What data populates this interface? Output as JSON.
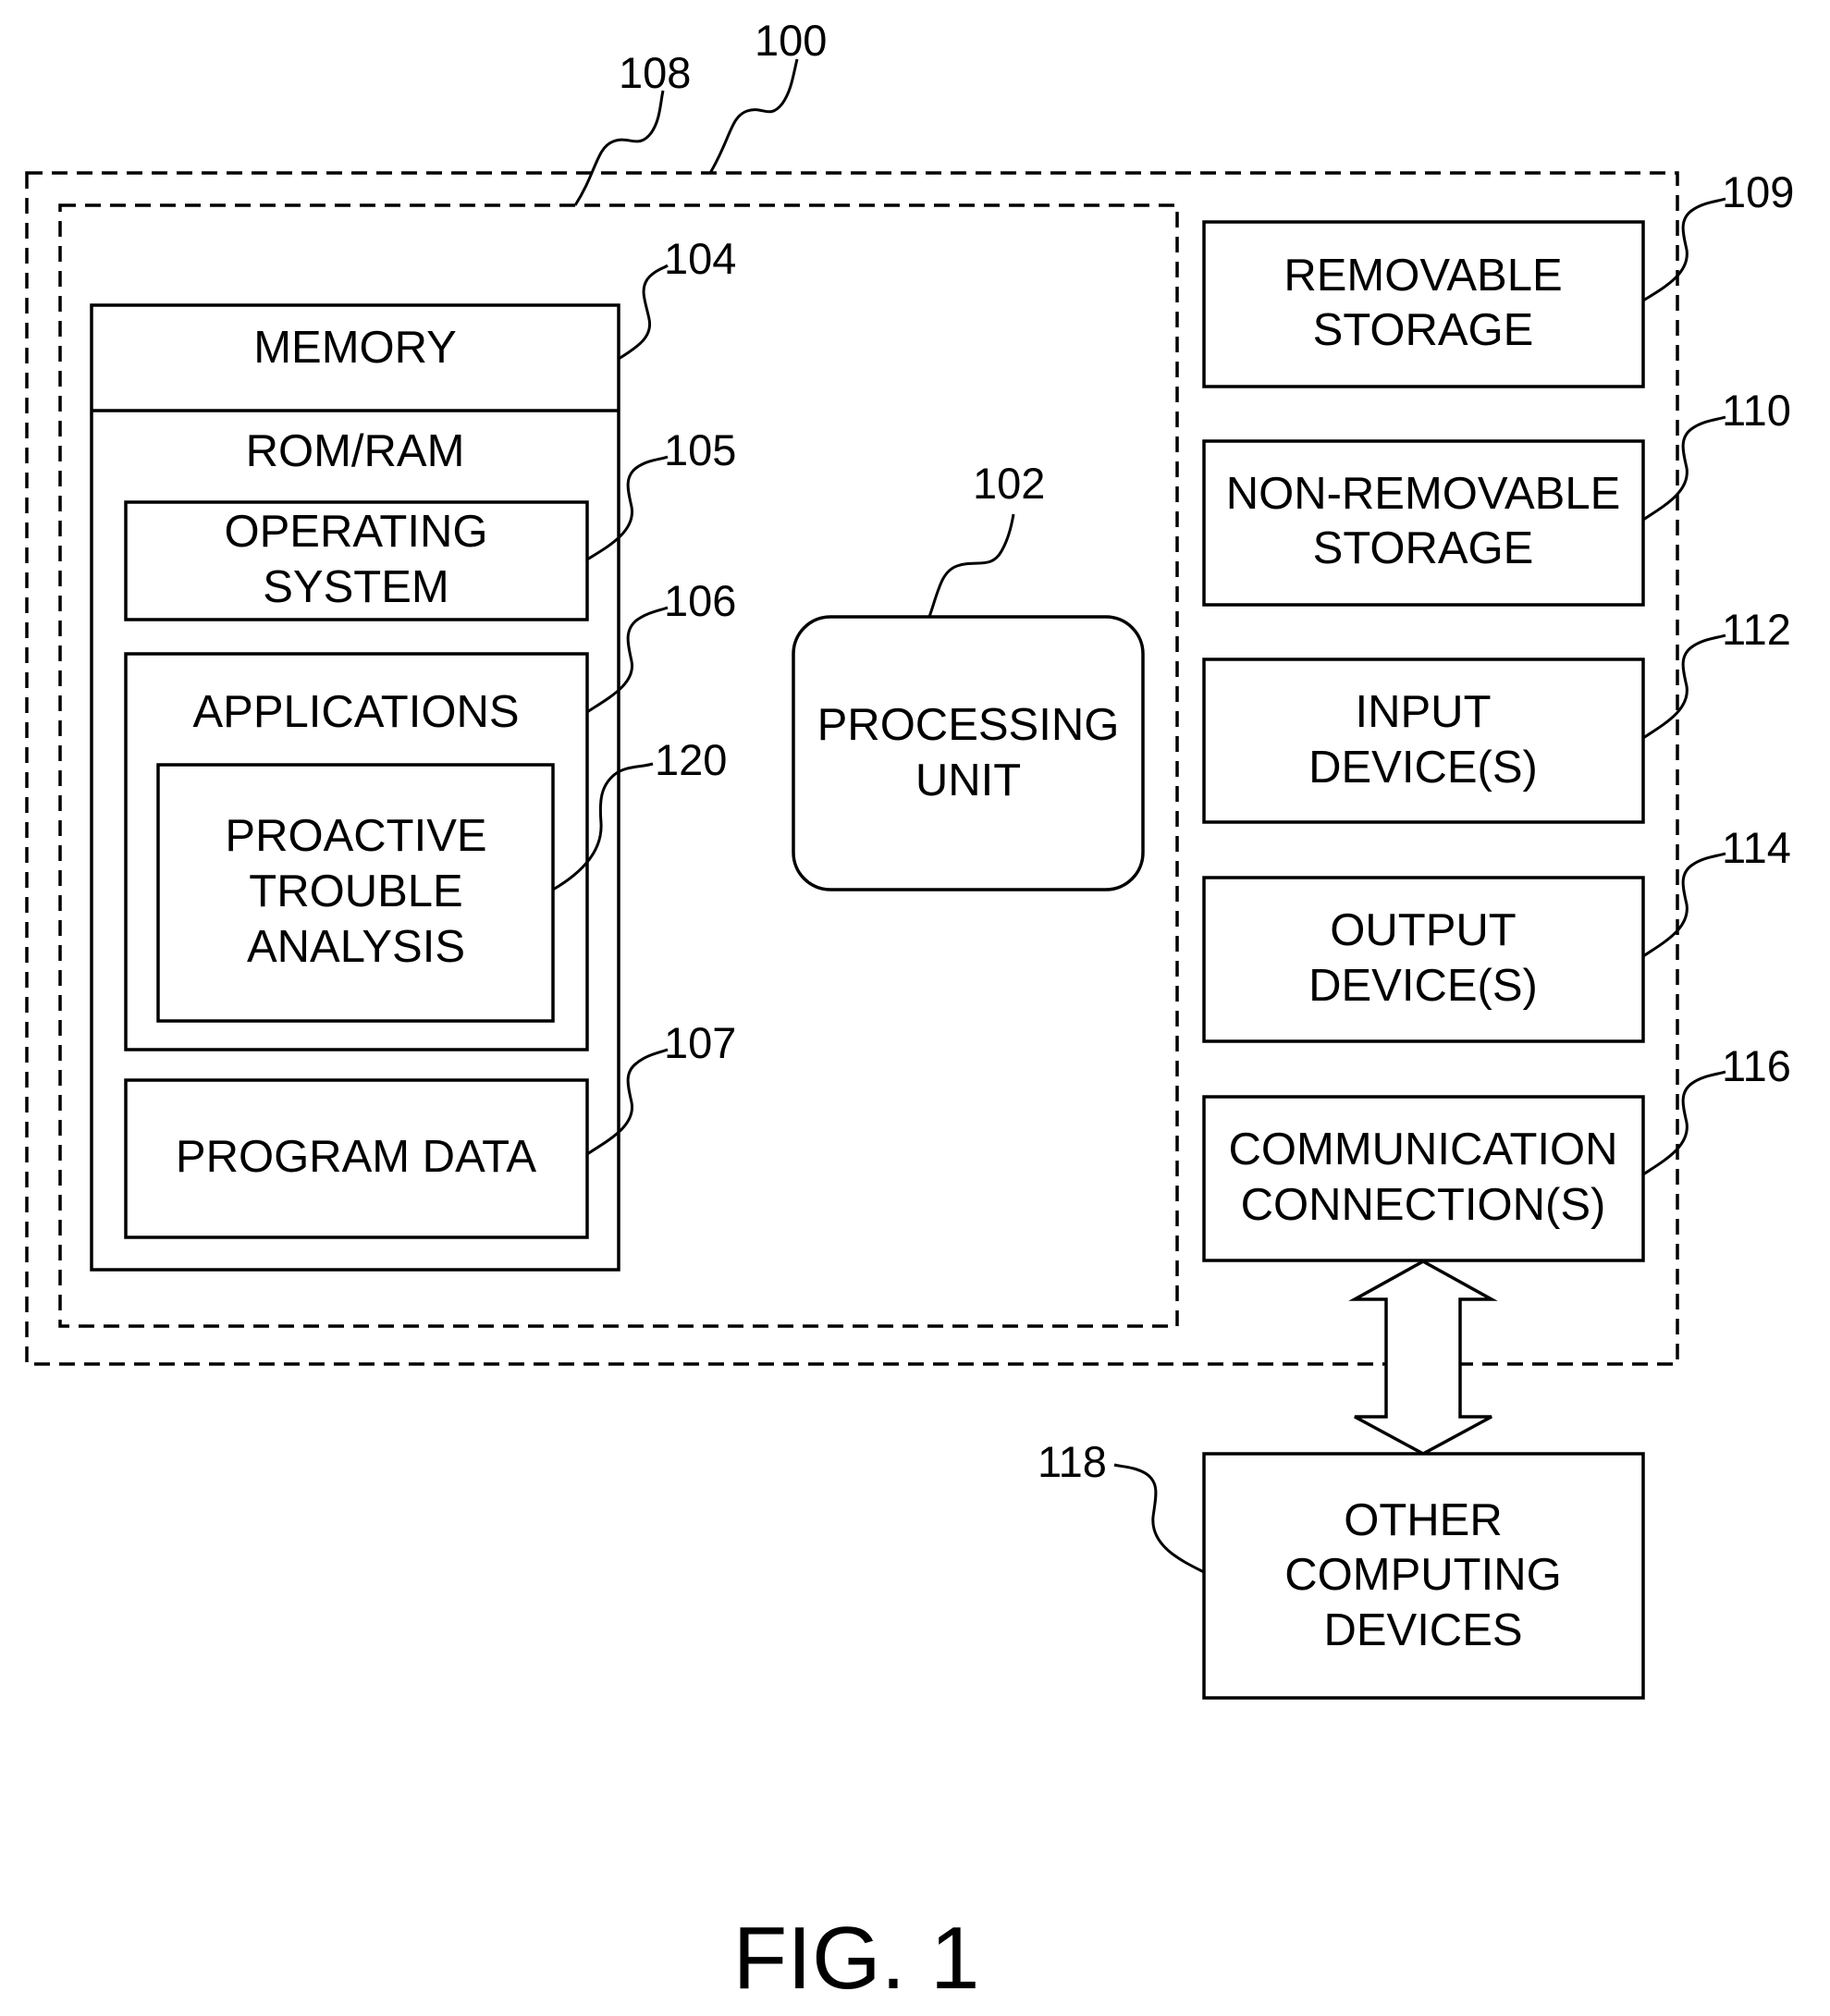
{
  "figure": {
    "caption": "FIG. 1"
  },
  "device": {
    "ref": "100"
  },
  "basic_configuration": {
    "ref": "108"
  },
  "memory": {
    "title": "MEMORY",
    "ref": "104",
    "subtitle": "ROM/RAM"
  },
  "operating_system": {
    "line1": "OPERATING",
    "line2": "SYSTEM",
    "ref": "105"
  },
  "applications": {
    "title": "APPLICATIONS",
    "ref": "106"
  },
  "proactive_trouble_analysis": {
    "line1": "PROACTIVE",
    "line2": "TROUBLE",
    "line3": "ANALYSIS",
    "ref": "120"
  },
  "program_data": {
    "title": "PROGRAM DATA",
    "ref": "107"
  },
  "processing_unit": {
    "line1": "PROCESSING",
    "line2": "UNIT",
    "ref": "102"
  },
  "removable_storage": {
    "line1": "REMOVABLE",
    "line2": "STORAGE",
    "ref": "109"
  },
  "non_removable_storage": {
    "line1": "NON-REMOVABLE",
    "line2": "STORAGE",
    "ref": "110"
  },
  "input_devices": {
    "line1": "INPUT",
    "line2": "DEVICE(S)",
    "ref": "112"
  },
  "output_devices": {
    "line1": "OUTPUT",
    "line2": "DEVICE(S)",
    "ref": "114"
  },
  "communication_connections": {
    "line1": "COMMUNICATION",
    "line2": "CONNECTION(S)",
    "ref": "116"
  },
  "other_computing_devices": {
    "line1": "OTHER",
    "line2": "COMPUTING",
    "line3": "DEVICES",
    "ref": "118"
  }
}
